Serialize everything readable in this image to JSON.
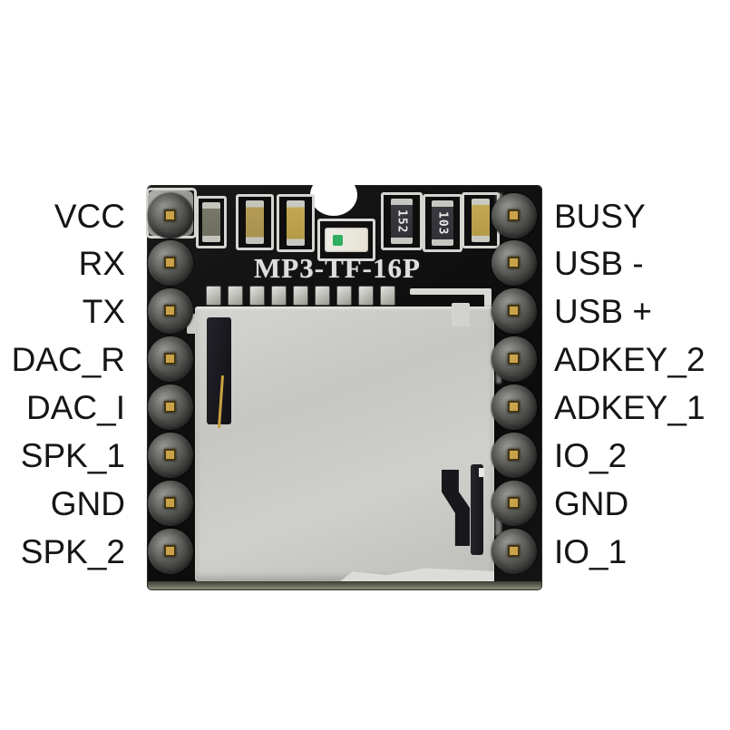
{
  "diagram": {
    "module_silkscreen": "MP3-TF-16P",
    "smd_markings": [
      "152",
      "103"
    ]
  },
  "pins": {
    "left": [
      "VCC",
      "RX",
      "TX",
      "DAC_R",
      "DAC_I",
      "SPK_1",
      "GND",
      "SPK_2"
    ],
    "right": [
      "BUSY",
      "USB -",
      "USB +",
      "ADKEY_2",
      "ADKEY_1",
      "IO_2",
      "GND",
      "IO_1"
    ]
  },
  "colors": {
    "background": "#ffffff",
    "pcb": "#111111",
    "sd_slot_metal": "#c8c8c4",
    "silkscreen": "#dedede",
    "label_text": "#151515",
    "led_green": "#2fae5f",
    "pin_gold": "#c9a24a"
  }
}
